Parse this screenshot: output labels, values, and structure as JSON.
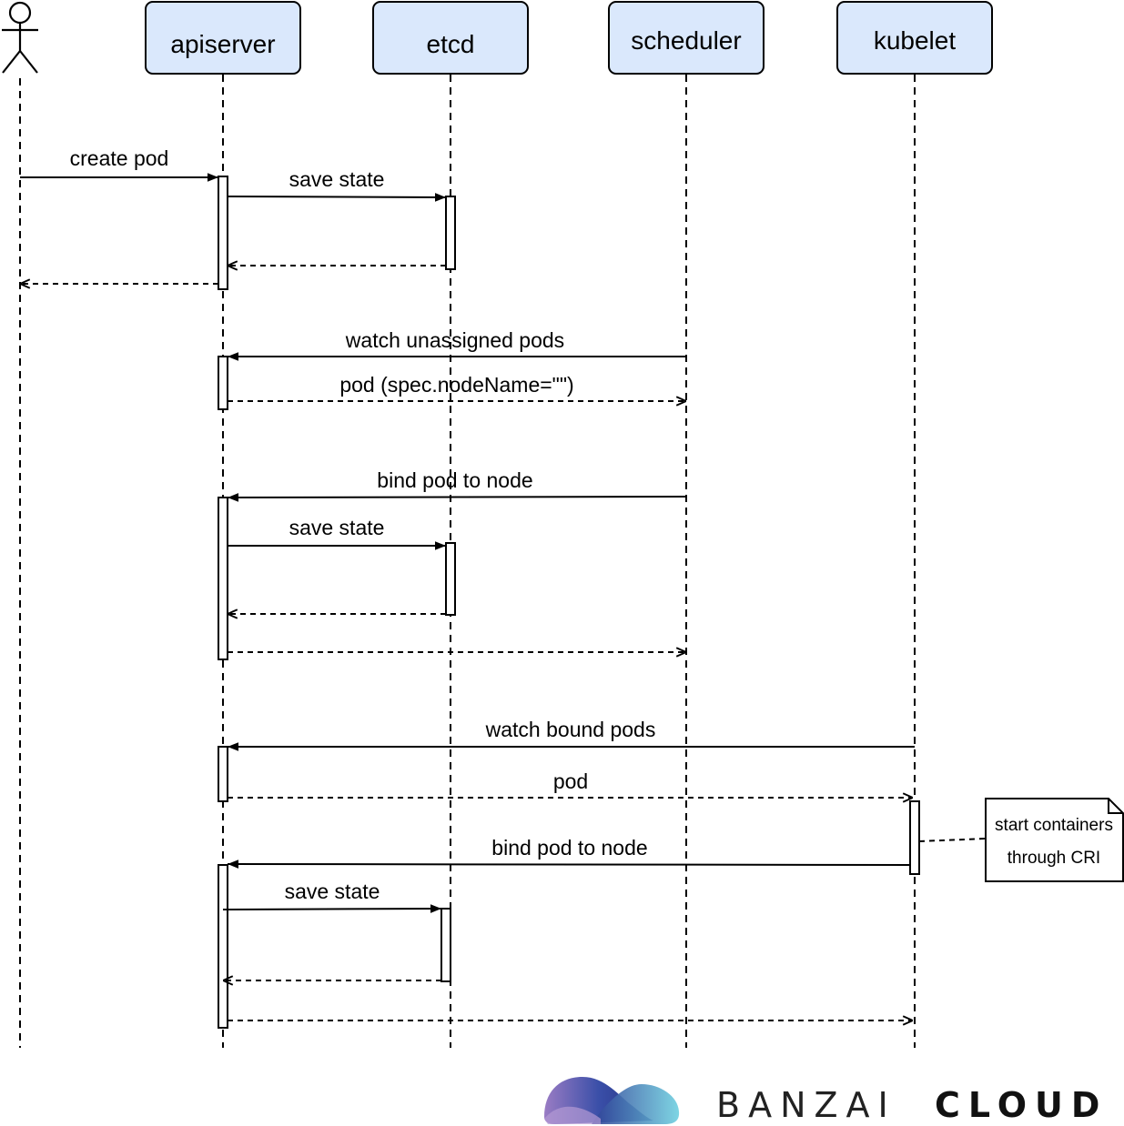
{
  "participants": [
    {
      "id": "user",
      "type": "actor",
      "label": ""
    },
    {
      "id": "apiserver",
      "type": "box",
      "label": "apiserver"
    },
    {
      "id": "etcd",
      "type": "box",
      "label": "etcd"
    },
    {
      "id": "scheduler",
      "type": "box",
      "label": "scheduler"
    },
    {
      "id": "kubelet",
      "type": "box",
      "label": "kubelet"
    }
  ],
  "messages": [
    {
      "from": "user",
      "to": "apiserver",
      "label": "create pod",
      "style": "solid"
    },
    {
      "from": "apiserver",
      "to": "etcd",
      "label": "save state",
      "style": "solid"
    },
    {
      "from": "etcd",
      "to": "apiserver",
      "label": "",
      "style": "dashed"
    },
    {
      "from": "apiserver",
      "to": "user",
      "label": "",
      "style": "dashed"
    },
    {
      "from": "scheduler",
      "to": "apiserver",
      "label": "watch unassigned pods",
      "style": "solid"
    },
    {
      "from": "apiserver",
      "to": "scheduler",
      "label": "pod (spec.nodeName=\"\")",
      "style": "dashed"
    },
    {
      "from": "scheduler",
      "to": "apiserver",
      "label": "bind pod to node",
      "style": "solid"
    },
    {
      "from": "apiserver",
      "to": "etcd",
      "label": "save state",
      "style": "solid"
    },
    {
      "from": "etcd",
      "to": "apiserver",
      "label": "",
      "style": "dashed"
    },
    {
      "from": "apiserver",
      "to": "scheduler",
      "label": "",
      "style": "dashed"
    },
    {
      "from": "kubelet",
      "to": "apiserver",
      "label": "watch bound pods",
      "style": "solid"
    },
    {
      "from": "apiserver",
      "to": "kubelet",
      "label": "pod",
      "style": "dashed"
    },
    {
      "from": "kubelet",
      "to": "apiserver",
      "label": "bind pod to node",
      "style": "solid"
    },
    {
      "from": "apiserver",
      "to": "etcd",
      "label": "save state",
      "style": "solid"
    },
    {
      "from": "etcd",
      "to": "apiserver",
      "label": "",
      "style": "dashed"
    },
    {
      "from": "apiserver",
      "to": "kubelet",
      "label": "",
      "style": "dashed"
    }
  ],
  "note": {
    "attached_to": "kubelet",
    "lines": [
      "start containers",
      "through CRI"
    ]
  },
  "brand": {
    "name_light": "BANZAI",
    "name_bold": "CLOUD",
    "logo_name": "banzai-cloud-wave-logo"
  },
  "colors": {
    "participant_fill": "#dae8fc",
    "stroke": "#000000",
    "activation_fill": "#ffffff",
    "logo_dark": "#2d3a8c",
    "logo_mid": "#4a6fc0",
    "logo_light": "#5cc3d8",
    "logo_purple": "#8a6bb8"
  }
}
